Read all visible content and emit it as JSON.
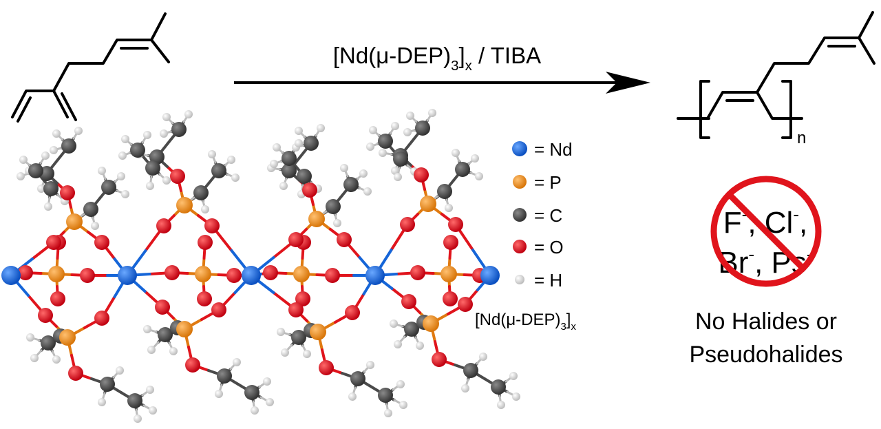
{
  "reaction": {
    "catalyst_prefix": "[Nd(",
    "mu": "μ",
    "catalyst_mid": "-DEP)",
    "catalyst_sub3": "3",
    "catalyst_close": "]",
    "catalyst_subx": "x",
    "cocatalyst": " / TIBA"
  },
  "polymer": {
    "repeat_subscript": "n"
  },
  "legend": {
    "items": [
      {
        "label": "= Nd",
        "color": "#1565d8"
      },
      {
        "label": "= P",
        "color": "#f08c1c"
      },
      {
        "label": "= C",
        "color": "#4a4a4a"
      },
      {
        "label": "= O",
        "color": "#e0141c"
      },
      {
        "label": "= H",
        "color": "#e8e8e8"
      }
    ],
    "caption_prefix": "[Nd(",
    "caption_mu": "μ",
    "caption_mid": "-DEP)",
    "caption_sub3": "3",
    "caption_close": "]",
    "caption_subx": "x"
  },
  "no_halides": {
    "line1_a": "F",
    "line1_a_sup": "-",
    "line1_b": ", Cl",
    "line1_b_sup": "-",
    "line1_c": ",",
    "line2_a": "Br",
    "line2_a_sup": "-",
    "line2_b": ", Ps",
    "line2_b_sup": "-",
    "caption_line1": "No Halides or",
    "caption_line2": "Pseudohalides",
    "sign_color": "#e0141c"
  }
}
